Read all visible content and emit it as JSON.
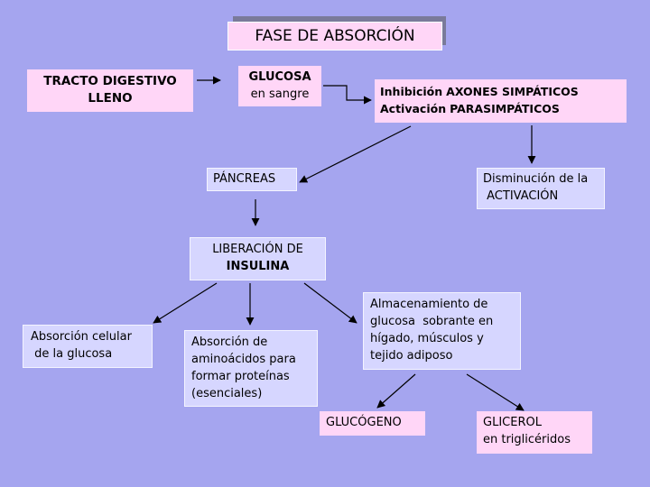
{
  "title": "FASE DE ABSORCIÓN",
  "nodes": {
    "tracto": {
      "lines": [
        "TRACTO DIGESTIVO",
        "LLENO"
      ]
    },
    "glucosa": {
      "line1": "GLUCOSA",
      "line2": "en sangre"
    },
    "inhibicion": {
      "line1_bold": "Inhibición",
      "line1_rest": "AXONES SIMPÁTICOS",
      "line2_bold": "Activación",
      "line2_rest": "PARASIMPÁTICOS"
    },
    "pancreas": {
      "lines": [
        "PÁNCREAS"
      ]
    },
    "disminucion": {
      "lines": [
        "Disminución de la",
        " ACTIVACIÓN"
      ]
    },
    "liberacion": {
      "line1": "LIBERACIÓN DE",
      "line2": "INSULINA"
    },
    "absorcion_celular": {
      "lines": [
        "Absorción celular",
        " de la glucosa"
      ]
    },
    "absorcion_aminoacidos": {
      "lines": [
        "Absorción de",
        "aminoácidos para",
        "formar proteínas",
        "(esenciales)"
      ]
    },
    "almacenamiento": {
      "lines": [
        "Almacenamiento de",
        "glucosa  sobrante en",
        "hígado, músculos y",
        "tejido adiposo"
      ]
    },
    "glucogeno": {
      "lines": [
        "GLUCÓGENO"
      ]
    },
    "glicerol": {
      "lines": [
        "GLICEROL",
        "en triglicéridos"
      ]
    }
  }
}
